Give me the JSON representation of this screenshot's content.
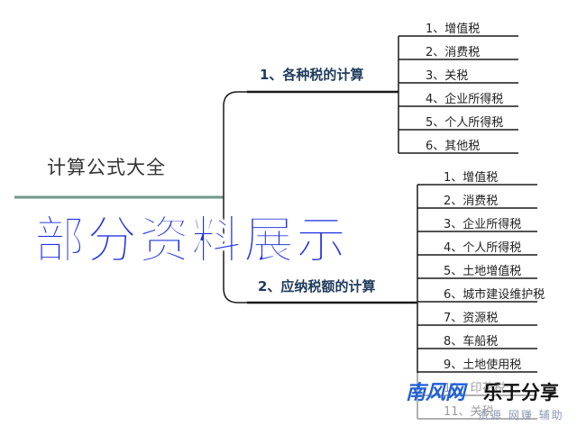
{
  "root": {
    "label": "计算公式大全"
  },
  "branches": [
    {
      "label": "1、各种税的计算",
      "items": [
        "1、增值税",
        "2、消费税",
        "3、关税",
        "4、企业所得税",
        "5、个人所得税",
        "6、其他税"
      ]
    },
    {
      "label": "2、应纳税额的计算",
      "items": [
        "1、增值税",
        "2、消费税",
        "3、企业所得税",
        "4、个人所得税",
        "5、土地增值税",
        "6、城市建设维护税",
        "7、资源税",
        "8、车船税",
        "9、土地使用税",
        "10、印花税",
        "11、关税"
      ]
    }
  ],
  "overlay": {
    "text": "部分资料展示"
  },
  "watermark": {
    "brand": "南风网",
    "tagline": "乐于分享",
    "subline": "资源 网赚 辅助"
  },
  "colors": {
    "connector": "#1a1a1a",
    "root_underline": "#6e9a8a",
    "overlay_text": "#1f33e0",
    "brand": "#1e5fd6"
  }
}
